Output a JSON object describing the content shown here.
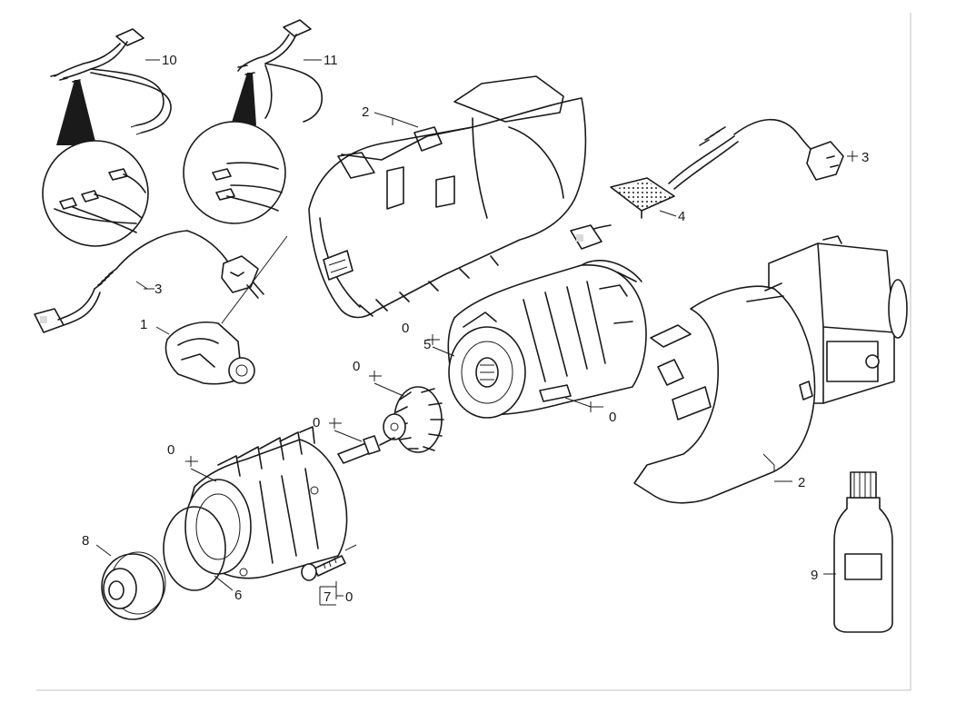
{
  "labels": {
    "cable_10": "10",
    "cable_11": "11",
    "housing_top_2": "2",
    "cable_left_3": "3",
    "cable_right_3": "3",
    "pcb_4": "4",
    "switch_1": "1",
    "motor_0_a": "0",
    "motor_5": "5",
    "motor_0_b": "0",
    "fan_0": "0",
    "shaft_0": "0",
    "cylinder_0": "0",
    "housing_bottom_2": "2",
    "flange_8": "8",
    "oring_6": "6",
    "screw_7": "7",
    "screw_0": "0",
    "oil_9": "9"
  },
  "colors": {
    "ink": "#1a1a1a",
    "background": "#ffffff",
    "frame": "#d6d6d6"
  }
}
